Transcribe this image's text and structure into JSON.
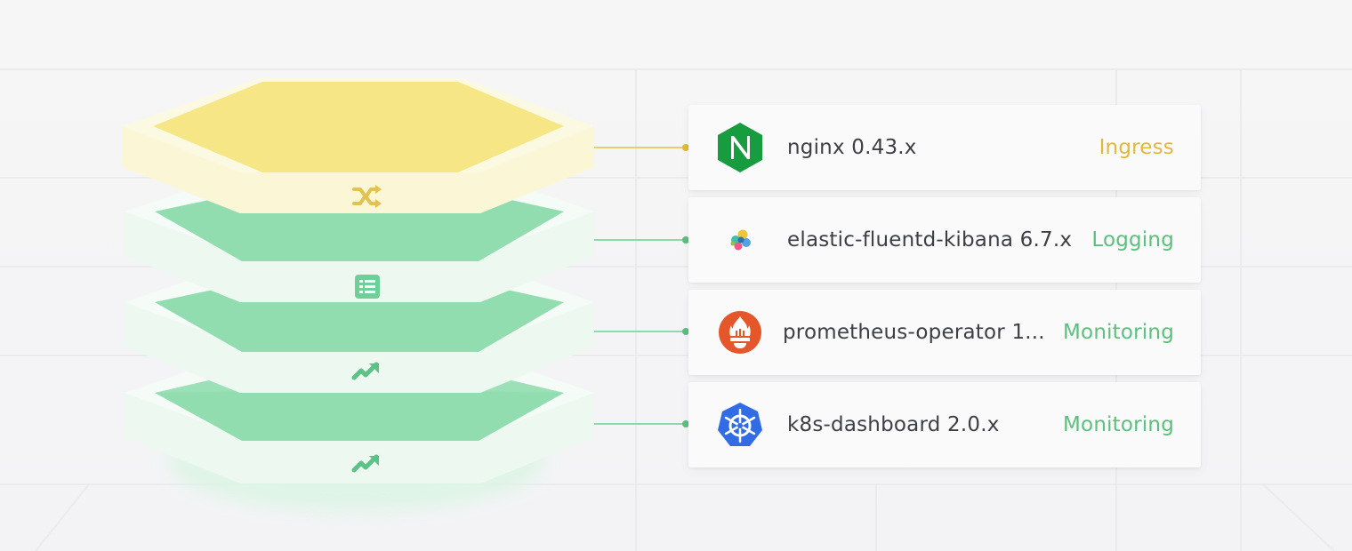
{
  "colors": {
    "ingress": "#e1b93a",
    "green": "#5cbf7e",
    "nginx_green": "#179c3f",
    "prometheus_orange": "#e5572b",
    "k8s_blue": "#326ce5"
  },
  "layers": [
    {
      "icon": "shuffle-icon",
      "color": "#e3c95a"
    },
    {
      "icon": "list-icon",
      "color": "#7dd3a0"
    },
    {
      "icon": "trending-up-icon",
      "color": "#7dd3a0"
    },
    {
      "icon": "trending-up-icon",
      "color": "#7dd3a0"
    }
  ],
  "components": [
    {
      "name": "nginx 0.43.x",
      "category": "Ingress",
      "logo": "nginx-logo-icon",
      "category_color": "#e1b93a"
    },
    {
      "name": "elastic-fluentd-kibana 6.7.x",
      "category": "Logging",
      "logo": "efk-logo-icon",
      "category_color": "#5cbf7e"
    },
    {
      "name": "prometheus-operator 1...",
      "category": "Monitoring",
      "logo": "prometheus-logo-icon",
      "category_color": "#5cbf7e"
    },
    {
      "name": "k8s-dashboard 2.0.x",
      "category": "Monitoring",
      "logo": "kubernetes-logo-icon",
      "category_color": "#5cbf7e"
    }
  ]
}
